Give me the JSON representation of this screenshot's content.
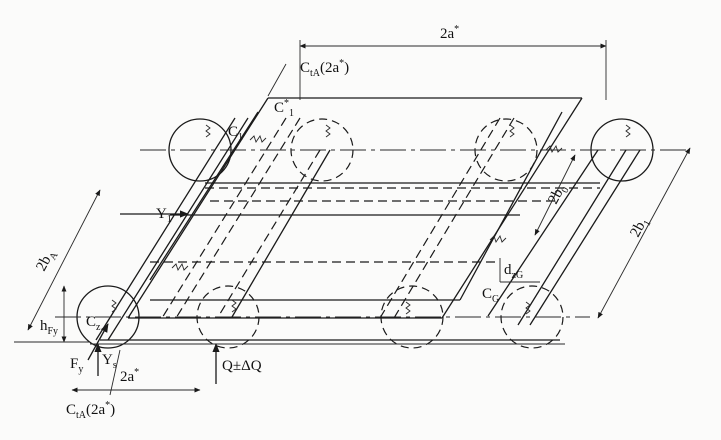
{
  "labels": {
    "dim_top": "2a",
    "c_top": "C",
    "c_top_sub": "tA",
    "c_top_arg": "(2a",
    "c_top_arg_end": ")",
    "c1_star": "C",
    "c1_star_sub": "1",
    "c1": "C",
    "c1_sub": "1",
    "y1": "Y",
    "y1_sub": "1",
    "two_b0": "2b",
    "two_b0_sub": "0",
    "two_b1": "2b",
    "two_b1_sub": "1",
    "two_bA": "2b",
    "two_bA_sub": "A",
    "d_zg": "d",
    "d_zg_sub": "zG",
    "c_g": "C",
    "c_g_sub": "G",
    "c_z": "C",
    "c_z_sub": "z",
    "h_fy": "h",
    "h_fy_sub": "Fy",
    "f_y": "F",
    "f_y_sub": "y",
    "y_s": "Y",
    "y_s_sub": "s",
    "dim_bottom": "2a",
    "c_bottom": "C",
    "c_bottom_sub": "tA",
    "c_bottom_arg": "(2a",
    "c_bottom_arg_end": ")",
    "q_load": "Q±ΔQ",
    "star": "*"
  }
}
